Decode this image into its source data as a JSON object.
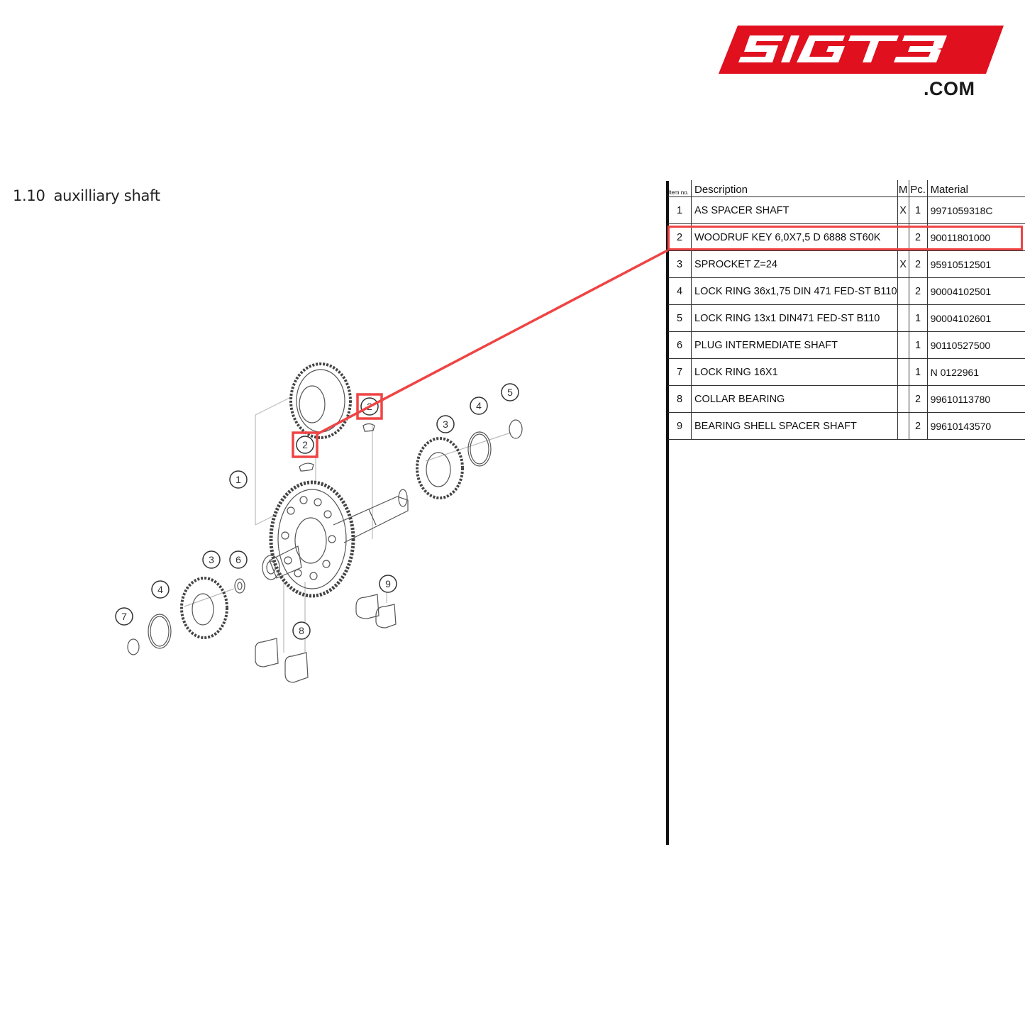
{
  "logo": {
    "text": "SIGT3",
    "suffix": ".COM",
    "color": "#e0101f"
  },
  "section": {
    "number": "1.10",
    "title": "auxilliary shaft"
  },
  "table": {
    "headers": {
      "item": "Item no.",
      "description": "Description",
      "m": "M",
      "pc": "Pc.",
      "material": "Material"
    },
    "rows": [
      {
        "item": "1",
        "description": "AS SPACER SHAFT",
        "m": "X",
        "pc": "1",
        "material": "9971059318C"
      },
      {
        "item": "2",
        "description": "WOODRUF KEY 6,0X7,5 D 6888 ST60K",
        "m": "",
        "pc": "2",
        "material": "90011801000"
      },
      {
        "item": "3",
        "description": "SPROCKET Z=24",
        "m": "X",
        "pc": "2",
        "material": "95910512501"
      },
      {
        "item": "4",
        "description": "LOCK RING 36x1,75 DIN 471 FED-ST B110",
        "m": "",
        "pc": "2",
        "material": "90004102501"
      },
      {
        "item": "5",
        "description": "LOCK RING 13x1 DIN471 FED-ST B110",
        "m": "",
        "pc": "1",
        "material": "90004102601"
      },
      {
        "item": "6",
        "description": "PLUG INTERMEDIATE SHAFT",
        "m": "",
        "pc": "1",
        "material": "90110527500"
      },
      {
        "item": "7",
        "description": "LOCK RING 16X1",
        "m": "",
        "pc": "1",
        "material": "N 0122961"
      },
      {
        "item": "8",
        "description": "COLLAR BEARING",
        "m": "",
        "pc": "2",
        "material": "99610113780"
      },
      {
        "item": "9",
        "description": "BEARING SHELL SPACER SHAFT",
        "m": "",
        "pc": "2",
        "material": "99610143570"
      }
    ],
    "highlighted_item": "2",
    "highlight_color": "#ef4444"
  },
  "diagram": {
    "callouts": [
      "1",
      "2",
      "2",
      "3",
      "3",
      "4",
      "4",
      "5",
      "6",
      "7",
      "8",
      "9"
    ]
  }
}
